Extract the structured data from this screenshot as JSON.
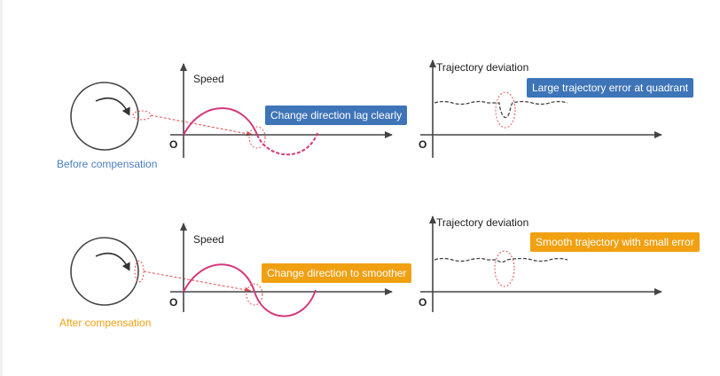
{
  "colors": {
    "blue_callout": "#3e74b8",
    "orange_callout": "#f1a012",
    "before_caption": "#4a7fc0",
    "after_caption": "#f1a012",
    "speed_curve": "#d4387c",
    "dashed_guide": "#e05050",
    "axis": "#444444"
  },
  "before": {
    "caption": "Before compensation",
    "speed_axis_label": "Speed",
    "origin_label": "O",
    "speed_callout": "Change direction lag clearly",
    "deviation_axis_label": "Trajectory deviation",
    "deviation_origin_label": "O",
    "deviation_callout": "Large trajectory error at quadrant"
  },
  "after": {
    "caption": "After compensation",
    "speed_axis_label": "Speed",
    "origin_label": "O",
    "speed_callout": "Change direction to smoother",
    "deviation_axis_label": "Trajectory deviation",
    "deviation_origin_label": "O",
    "deviation_callout": "Smooth trajectory with small error"
  }
}
